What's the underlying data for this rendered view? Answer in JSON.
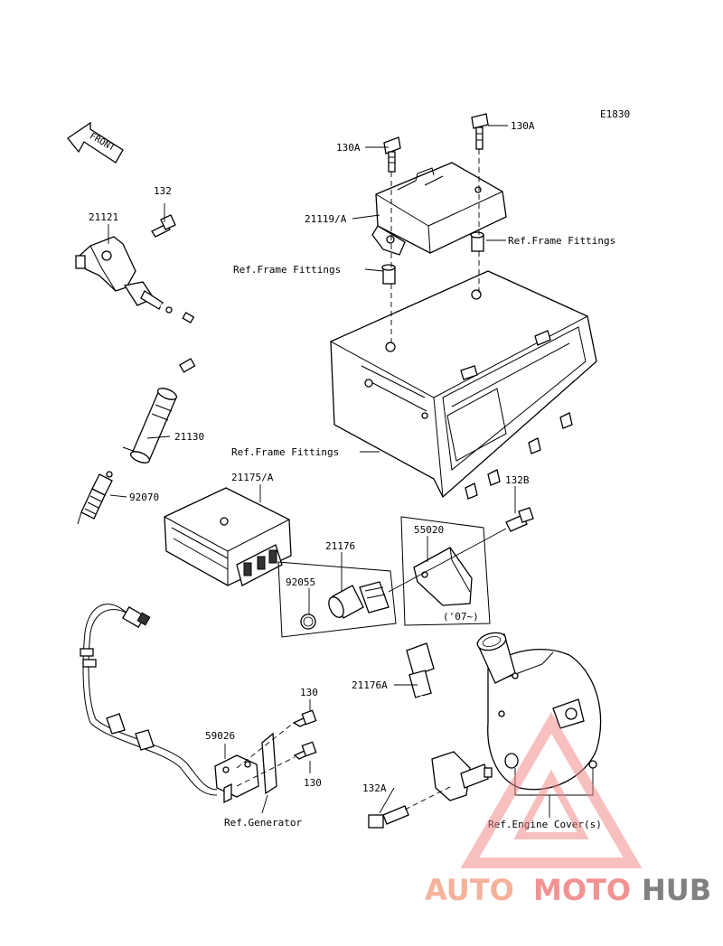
{
  "diagram_code": "E1830",
  "front_label": "FRONT",
  "labels": {
    "p132_top": "132",
    "p21121": "21121",
    "p21130": "21130",
    "p92070": "92070",
    "p130A_left": "130A",
    "p130A_right": "130A",
    "p21119A": "21119/A",
    "ref_frame_right": "Ref.Frame Fittings",
    "ref_frame_left": "Ref.Frame Fittings",
    "ref_frame_box": "Ref.Frame Fittings",
    "p21175A": "21175/A",
    "p132B": "132B",
    "p55020": "55020",
    "p21176": "21176",
    "p92055": "92055",
    "year_note": "('07~)",
    "p130_upper": "130",
    "p130_lower": "130",
    "p59026": "59026",
    "ref_generator": "Ref.Generator",
    "p21176A": "21176A",
    "p132A": "132A",
    "ref_engine_cover": "Ref.Engine Cover(s)"
  },
  "watermark": {
    "part1": "AUTO",
    "part2": "MOTO",
    "part3": "HUB",
    "color_primary": "#f4a58a",
    "color_secondary": "#f08080",
    "color_dark": "#6b6b6b"
  }
}
